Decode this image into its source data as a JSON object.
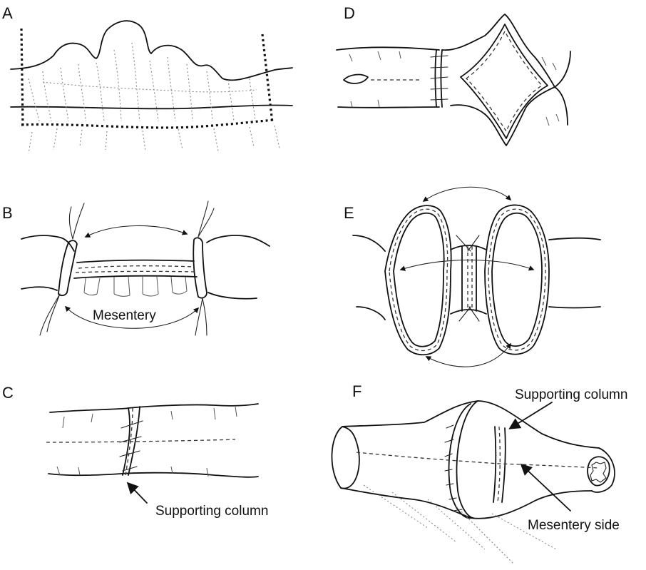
{
  "panels": {
    "a": {
      "letter": "A"
    },
    "b": {
      "letter": "B",
      "label": "Mesentery"
    },
    "c": {
      "letter": "C",
      "label": "Supporting column"
    },
    "d": {
      "letter": "D"
    },
    "e": {
      "letter": "E"
    },
    "f": {
      "letter": "F",
      "label_top": "Supporting column",
      "label_bottom": "Mesentery side"
    }
  }
}
